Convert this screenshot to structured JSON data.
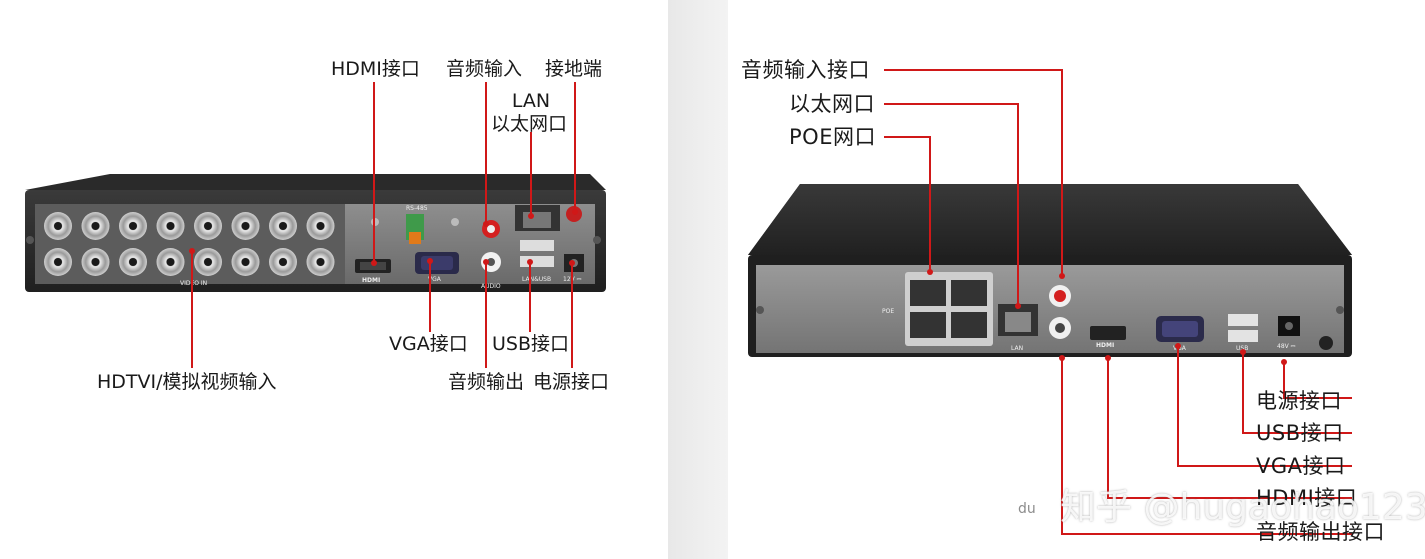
{
  "left": {
    "labels": {
      "hdmi": "HDMI接口",
      "audio_in": "音频输入",
      "ground": "接地端",
      "lan_en": "LAN",
      "lan_cn": "以太网口",
      "vga": "VGA接口",
      "usb": "USB接口",
      "hdtvi": "HDTVI/模拟视频输入",
      "audio_out": "音频输出",
      "power": "电源接口"
    },
    "device_text": {
      "video_in": "VIDEO IN",
      "hdmi": "HDMI",
      "vga": "VGA",
      "rs485": "RS-485",
      "audio": "AUDIO",
      "lan_usb": "LAN&USB",
      "power": "12V ⎓"
    }
  },
  "right": {
    "labels": {
      "audio_in": "音频输入接口",
      "ethernet": "以太网口",
      "poe": "POE网口",
      "power": "电源接口",
      "usb": "USB接口",
      "vga": "VGA接口",
      "hdmi": "HDMI接口",
      "audio_out": "音频输出接口"
    },
    "device_text": {
      "poe": "POE",
      "lan": "LAN",
      "hdmi": "HDMI",
      "vga": "VGA",
      "usb": "USB",
      "power": "48V ⎓"
    }
  },
  "watermark": {
    "text": "知乎 @hugaohao123",
    "logo": "du"
  },
  "colors": {
    "leader_line": "#d01818",
    "device_body": "#2b2b2b",
    "panel_face": "#7d7d7d"
  }
}
